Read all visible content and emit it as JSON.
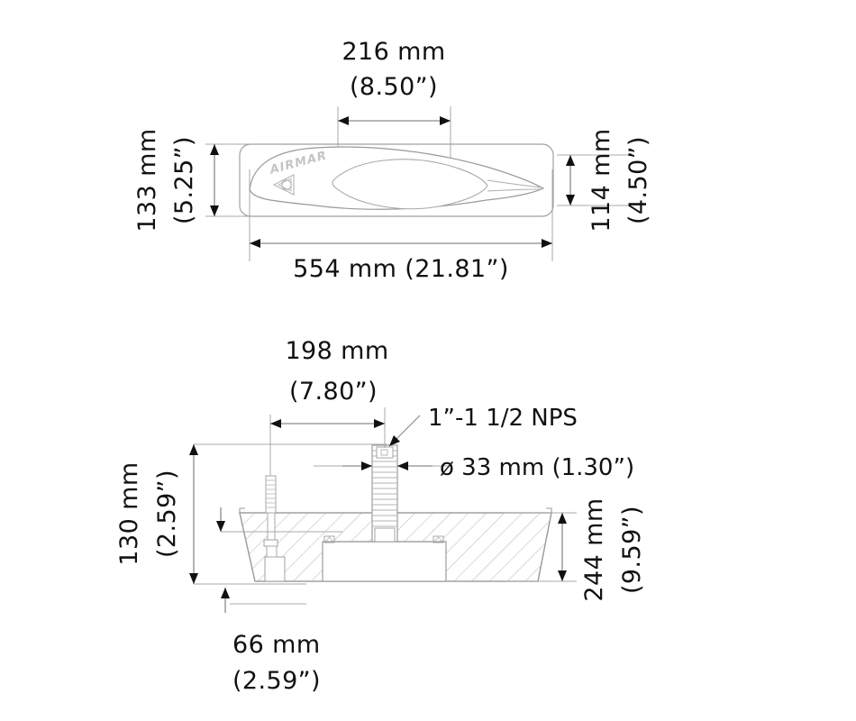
{
  "drawing": {
    "title": "Transducer installation dimension drawing",
    "brand_mark": "AIRMAR",
    "line_color": "#9a9a9a",
    "dim_line_color": "#8c8c8c",
    "text_color": "#111111",
    "hatch_color": "#b5b5b5",
    "background": "#ffffff"
  },
  "top_view": {
    "name": "fairing-top-view",
    "dimensions": {
      "inner_width": {
        "mm": "216 mm",
        "inch": "(8.50”)"
      },
      "left_height": {
        "mm": "133 mm",
        "inch": "(5.25”)"
      },
      "right_height": {
        "mm": "114 mm",
        "inch": "(4.50”)"
      },
      "overall_length": {
        "combined": "554 mm (21.81”)"
      }
    }
  },
  "section_view": {
    "name": "hull-section-view",
    "dimensions": {
      "bolt_spacing": {
        "mm": "198 mm",
        "inch": "(7.80”)"
      },
      "stem_thread": {
        "label": "1”-1  1/2 NPS"
      },
      "stem_diameter": {
        "combined": "ø 33 mm (1.30”)"
      },
      "left_height": {
        "mm": "130 mm",
        "inch": "(2.59”)"
      },
      "right_height": {
        "mm": "244 mm",
        "inch": "(9.59”)"
      },
      "bottom_offset": {
        "mm": "66 mm",
        "inch": "(2.59”)"
      }
    }
  }
}
